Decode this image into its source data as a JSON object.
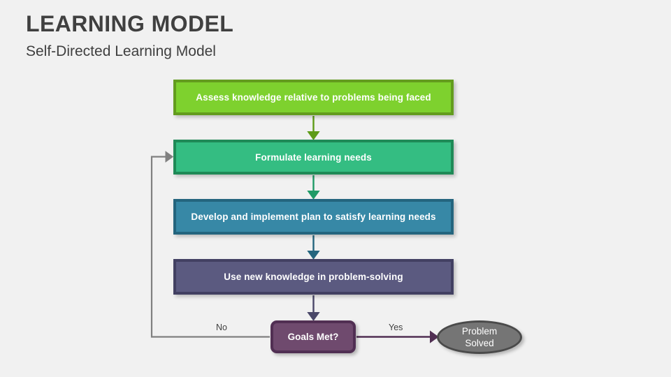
{
  "slide": {
    "title": "LEARNING MODEL",
    "subtitle": "Self-Directed Learning Model",
    "background_color": "#f1f1f1"
  },
  "diagram": {
    "type": "flowchart",
    "orientation": "top-to-bottom",
    "nodes": [
      {
        "id": "assess",
        "label": "Assess knowledge relative to problems being faced",
        "shape": "rectangle",
        "fill": "#7ED12E",
        "border": "#639C1E",
        "text_color": "#FFFFFF"
      },
      {
        "id": "formulate",
        "label": "Formulate learning needs",
        "shape": "rectangle",
        "fill": "#34BD82",
        "border": "#1F8A57",
        "text_color": "#FFFFFF"
      },
      {
        "id": "develop",
        "label": "Develop and implement plan to satisfy learning needs",
        "shape": "rectangle",
        "fill": "#3788A6",
        "border": "#24657E",
        "text_color": "#FFFFFF"
      },
      {
        "id": "usenew",
        "label": "Use new knowledge in problem-solving",
        "shape": "rectangle",
        "fill": "#5B5A80",
        "border": "#424062",
        "text_color": "#FFFFFF"
      },
      {
        "id": "goals",
        "label": "Goals Met?",
        "shape": "rounded-rectangle",
        "fill": "#6F4A6E",
        "border": "#512F53",
        "text_color": "#FFFFFF"
      },
      {
        "id": "solved",
        "label_line1": "Problem",
        "label_line2": "Solved",
        "shape": "ellipse",
        "fill": "#757575",
        "border": "#4A4A4A",
        "text_color": "#FFFFFF"
      }
    ],
    "edges": [
      {
        "id": "e1",
        "from": "assess",
        "to": "formulate",
        "label": "",
        "color": "#5E9B17"
      },
      {
        "id": "e2",
        "from": "formulate",
        "to": "develop",
        "label": "",
        "color": "#1F9A66"
      },
      {
        "id": "e3",
        "from": "develop",
        "to": "usenew",
        "label": "",
        "color": "#24657E"
      },
      {
        "id": "e4",
        "from": "usenew",
        "to": "goals",
        "label": "",
        "color": "#4A4869"
      },
      {
        "id": "e5",
        "from": "goals",
        "to": "solved",
        "label": "Yes",
        "color": "#512F53"
      },
      {
        "id": "e6",
        "from": "goals",
        "to": "formulate",
        "label": "No",
        "color": "#808080"
      }
    ]
  }
}
